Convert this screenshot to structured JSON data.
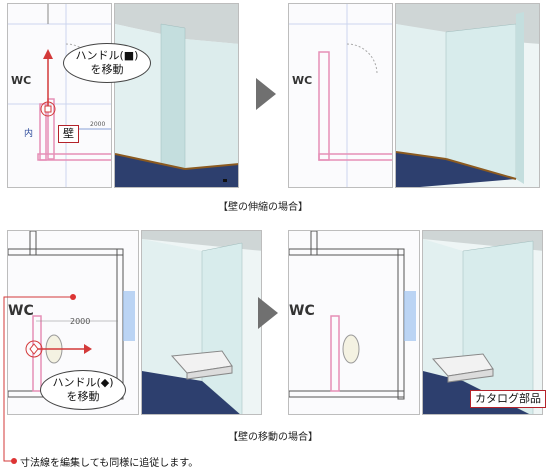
{
  "top": {
    "callout_handle_square": "ハンドル(■)\nを移動",
    "wall_label": "壁",
    "wc_label": "WC",
    "caption": "【壁の伸縮の場合】"
  },
  "bottom": {
    "callout_handle_diamond": "ハンドル(◆)\nを移動",
    "wc_label": "WC",
    "catalog_label": "カタログ部品",
    "dim_value": "2000",
    "caption": "【壁の移動の場合】"
  },
  "note": "寸法線を編集しても同様に追従します。",
  "colors": {
    "wall_pink": "#e68fb7",
    "floor_blue": "#2d3f6e",
    "wall_cyan": "#d8ecec",
    "accent_red": "#d33a3a",
    "arrow_gray": "#707070"
  }
}
